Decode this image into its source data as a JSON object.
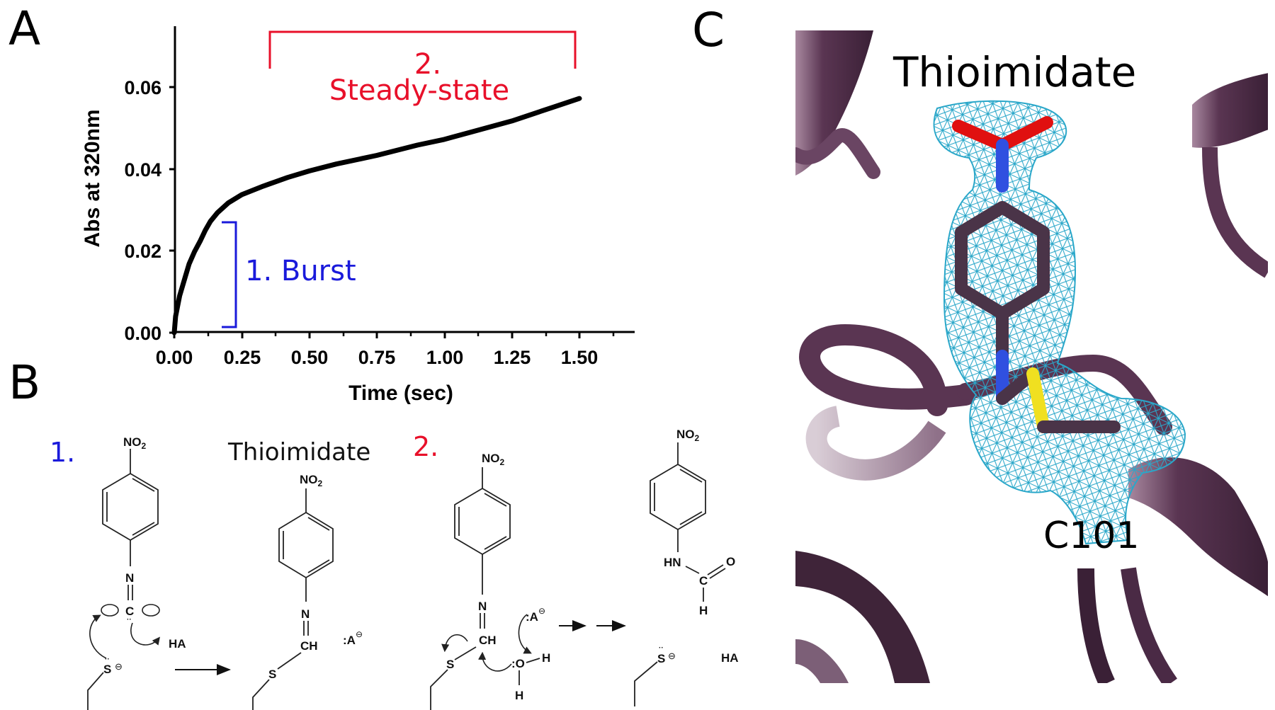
{
  "panels": {
    "a": {
      "letter": "A"
    },
    "b": {
      "letter": "B"
    },
    "c": {
      "letter": "C"
    }
  },
  "chart_data": {
    "type": "line",
    "title": "",
    "xlabel": "Time (sec)",
    "ylabel": "Abs at 320nm",
    "xlim": [
      0,
      1.7
    ],
    "ylim": [
      0,
      0.072
    ],
    "xticks": [
      "0.00",
      "0.25",
      "0.50",
      "0.75",
      "1.00",
      "1.25",
      "1.50"
    ],
    "yticks": [
      "0.00",
      "0.02",
      "0.04",
      "0.06"
    ],
    "grid": false,
    "legend": null,
    "series": [
      {
        "name": "Abs at 320nm",
        "color": "#000000",
        "x": [
          0.0,
          0.005,
          0.02,
          0.04,
          0.055,
          0.075,
          0.097,
          0.115,
          0.134,
          0.16,
          0.2,
          0.25,
          0.33,
          0.42,
          0.5,
          0.6,
          0.75,
          0.9,
          1.0,
          1.1,
          1.25,
          1.4,
          1.5
        ],
        "y": [
          0.0,
          0.004,
          0.009,
          0.0135,
          0.0168,
          0.0198,
          0.0225,
          0.025,
          0.0272,
          0.0293,
          0.0317,
          0.0337,
          0.0358,
          0.0379,
          0.0395,
          0.0412,
          0.0433,
          0.0458,
          0.0472,
          0.049,
          0.0517,
          0.055,
          0.0572
        ]
      }
    ],
    "annotations": [
      {
        "text": "1. Burst",
        "color": "#1a1adb",
        "bracket": {
          "x": 0.23,
          "y_from": 0.0015,
          "y_to": 0.027
        }
      },
      {
        "text_line1": "2.",
        "text_line2": "Steady-state",
        "color": "#e8102a",
        "bracket": {
          "x_from": 0.35,
          "x_to": 1.48,
          "y": 0.0735
        }
      }
    ]
  },
  "annotations": {
    "burst": "1. Burst",
    "steady_num": "2.",
    "steady_label": "Steady-state"
  },
  "scheme": {
    "step1_label": "1.",
    "step2_label": "2.",
    "thioimidate_label": "Thioimidate",
    "molecules": [
      {
        "nitro": "NO",
        "nitro_sub": "2",
        "n": "N",
        "c": "C",
        "s": "S",
        "acid": "HA"
      },
      {
        "nitro": "NO",
        "nitro_sub": "2",
        "n": "N",
        "ch": "CH",
        "s": "S",
        "base": ":A"
      },
      {
        "nitro": "NO",
        "nitro_sub": "2",
        "n": "N",
        "ch": "CH",
        "s": "S",
        "base": ":A",
        "o": ":O",
        "h1": "H",
        "h2": "H"
      },
      {
        "nitro": "NO",
        "nitro_sub": "2",
        "hn": "HN",
        "c": "C",
        "o": "O",
        "h": "H",
        "s": "S",
        "acid": "HA"
      }
    ],
    "charge_symbol": "⊖"
  },
  "structure_view": {
    "ligand_label": "Thioimidate",
    "residue_label": "C101",
    "colors": {
      "ribbon": "#5a3552",
      "ribbon_light": "#8b6b84",
      "mesh": "#2aa7c9",
      "oxygen": "#e01010",
      "nitrogen": "#3050e0",
      "sulfur": "#f0e020",
      "carbon": "#4a3448"
    }
  }
}
